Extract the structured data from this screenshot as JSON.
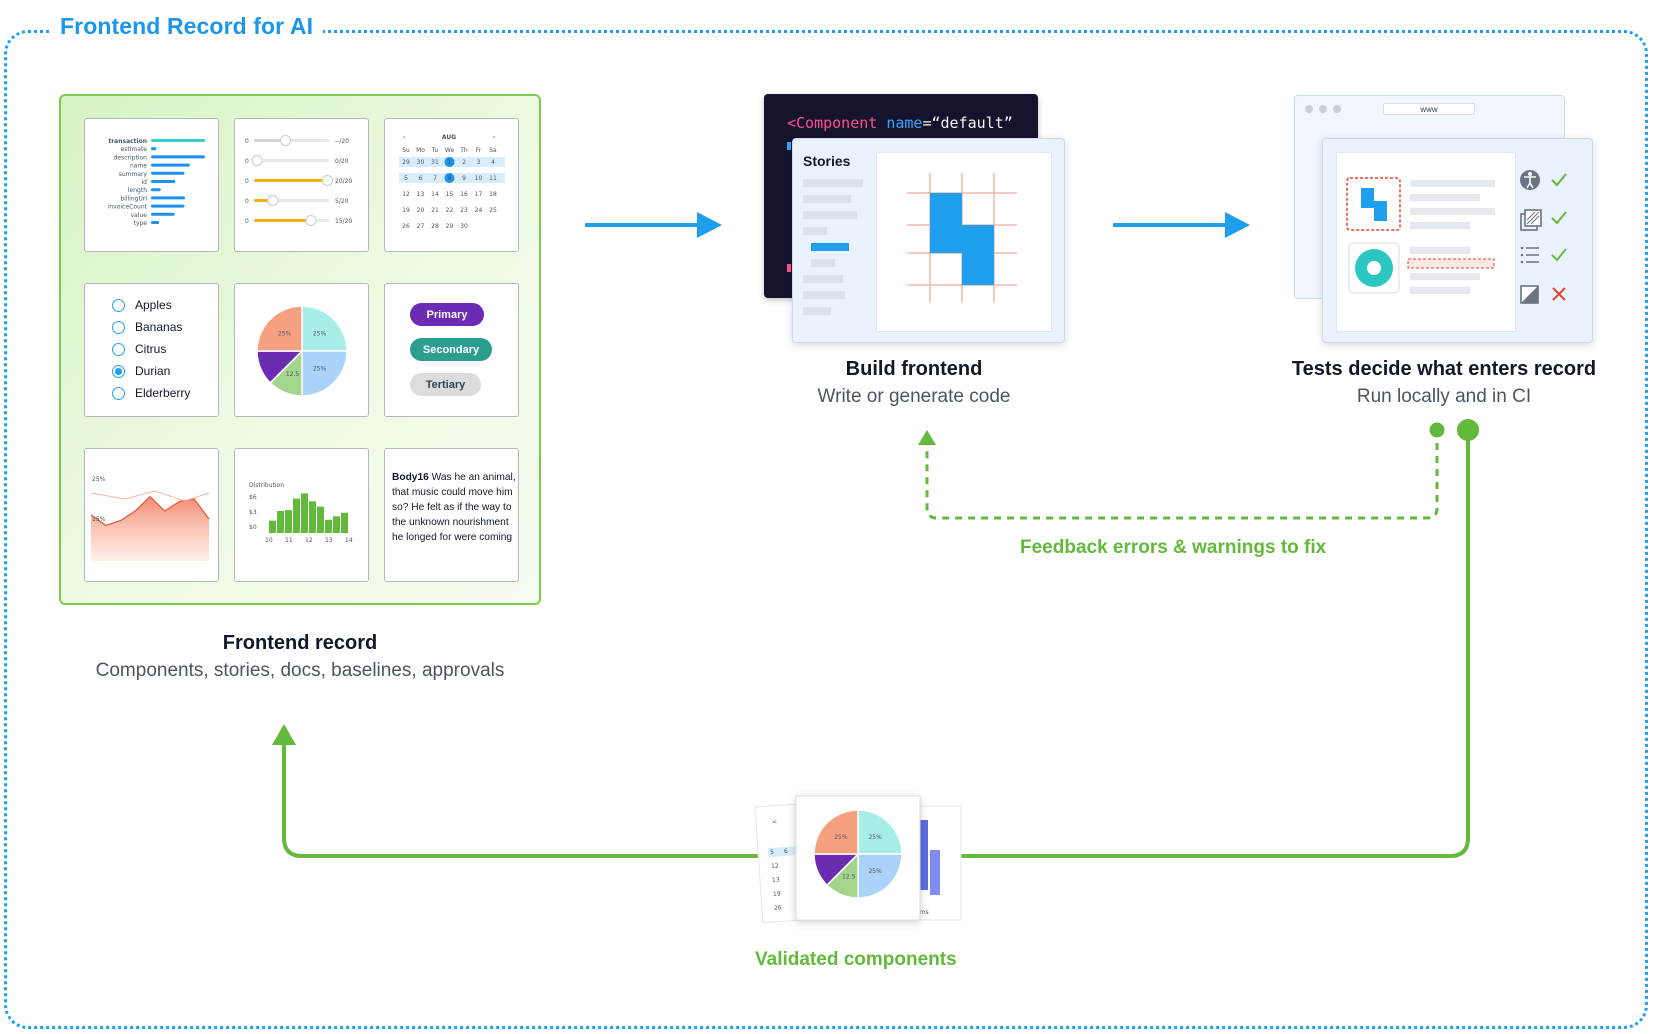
{
  "frame_title": "Frontend Record for AI",
  "record": {
    "title": "Frontend record",
    "subtitle": "Components, stories, docs, baselines, approvals",
    "bar_chart": {
      "labels": [
        "transaction",
        "estimate",
        "description",
        "name",
        "summary",
        "id",
        "length",
        "billingUrl",
        "invoiceCount",
        "value",
        "type"
      ],
      "values": [
        1.0,
        0.1,
        1.0,
        0.72,
        0.62,
        0.45,
        0.18,
        0.63,
        0.62,
        0.44,
        0.15
      ]
    },
    "sliders": [
      {
        "label": "0",
        "max_label": "--/20",
        "fill": 0.42,
        "accent": false
      },
      {
        "label": "0",
        "max_label": "0/20",
        "fill": 0.04,
        "accent": false
      },
      {
        "label": "0",
        "max_label": "20/20",
        "fill": 0.98,
        "accent": true
      },
      {
        "label": "0",
        "max_label": "5/20",
        "fill": 0.25,
        "accent": true
      },
      {
        "label": "0",
        "max_label": "15/20",
        "fill": 0.76,
        "accent": true
      }
    ],
    "calendar": {
      "month": "AUG",
      "weekdays": [
        "Su",
        "Mo",
        "Tu",
        "We",
        "Th",
        "Fr",
        "Sa"
      ],
      "weeks": [
        [
          "29",
          "30",
          "31",
          "1",
          "2",
          "3",
          "4"
        ],
        [
          "5",
          "6",
          "7",
          "8",
          "9",
          "10",
          "11"
        ],
        [
          "12",
          "13",
          "14",
          "15",
          "16",
          "17",
          "18"
        ],
        [
          "19",
          "20",
          "21",
          "22",
          "23",
          "24",
          "25"
        ],
        [
          "26",
          "27",
          "28",
          "29",
          "30",
          "",
          ""
        ]
      ],
      "selected": [
        "1",
        "8"
      ]
    },
    "radio": {
      "options": [
        "Apples",
        "Bananas",
        "Citrus",
        "Durian",
        "Elderberry"
      ],
      "selected": "Durian"
    },
    "pie": {
      "slices": [
        {
          "label": "25%",
          "value": 25,
          "color": "#a8eee8"
        },
        {
          "label": "25%",
          "value": 25,
          "color": "#a9d3f8"
        },
        {
          "label": "12.5",
          "value": 12.5,
          "color": "#a4d58c"
        },
        {
          "label": "12.5 %",
          "value": 12.5,
          "color": "#6b2bb5"
        },
        {
          "label": "25%",
          "value": 25,
          "color": "#f7a07f"
        }
      ]
    },
    "buttons": {
      "primary": "Primary",
      "secondary": "Secondary",
      "tertiary": "Tertiary"
    },
    "area_chart": {
      "labels": [
        "25%",
        "15%"
      ],
      "values": [
        0.55,
        0.42,
        0.48,
        0.6,
        0.78,
        0.6,
        0.72,
        0.75,
        0.5
      ]
    },
    "histogram": {
      "title": "Distribution",
      "y_ticks": [
        "$6",
        "$3",
        "$0"
      ],
      "x_ticks": [
        "10",
        "11",
        "12",
        "13",
        "14"
      ],
      "values": [
        0.28,
        0.5,
        0.52,
        0.78,
        0.9,
        0.72,
        0.6,
        0.3,
        0.38,
        0.46
      ]
    },
    "body_text": {
      "label": "Body16",
      "text": "Was he an animal, that music could move him so? He felt as if the way to the unknown nourishment he longed for were coming"
    }
  },
  "build": {
    "code_tag": "<Component",
    "code_attr": "name",
    "code_value": "=“default”",
    "stories_title": "Stories",
    "title": "Build frontend",
    "subtitle": "Write or generate code"
  },
  "tests": {
    "url": "www",
    "title": "Tests decide what enters record",
    "subtitle": "Run locally and in CI",
    "checks": [
      {
        "icon": "accessibility-icon",
        "status": "pass"
      },
      {
        "icon": "visual-stack-icon",
        "status": "pass"
      },
      {
        "icon": "list-icon",
        "status": "pass"
      },
      {
        "icon": "contrast-icon",
        "status": "fail"
      }
    ]
  },
  "feedback_label": "Feedback errors & warnings to fix",
  "validated_label": "Validated components",
  "validated_cards": {
    "pie_labels": [
      "25%",
      "25%",
      "25%",
      "12.5 %",
      "12.5"
    ],
    "calendar_numbers": [
      "5",
      "6",
      "12",
      "13",
      "19",
      "26"
    ],
    "bar_label": "40ms"
  },
  "colors": {
    "accent_blue": "#1ea0ef",
    "success_green": "#63b93b",
    "error_red": "#e0452b",
    "slider_yellow": "#f9b10f"
  }
}
